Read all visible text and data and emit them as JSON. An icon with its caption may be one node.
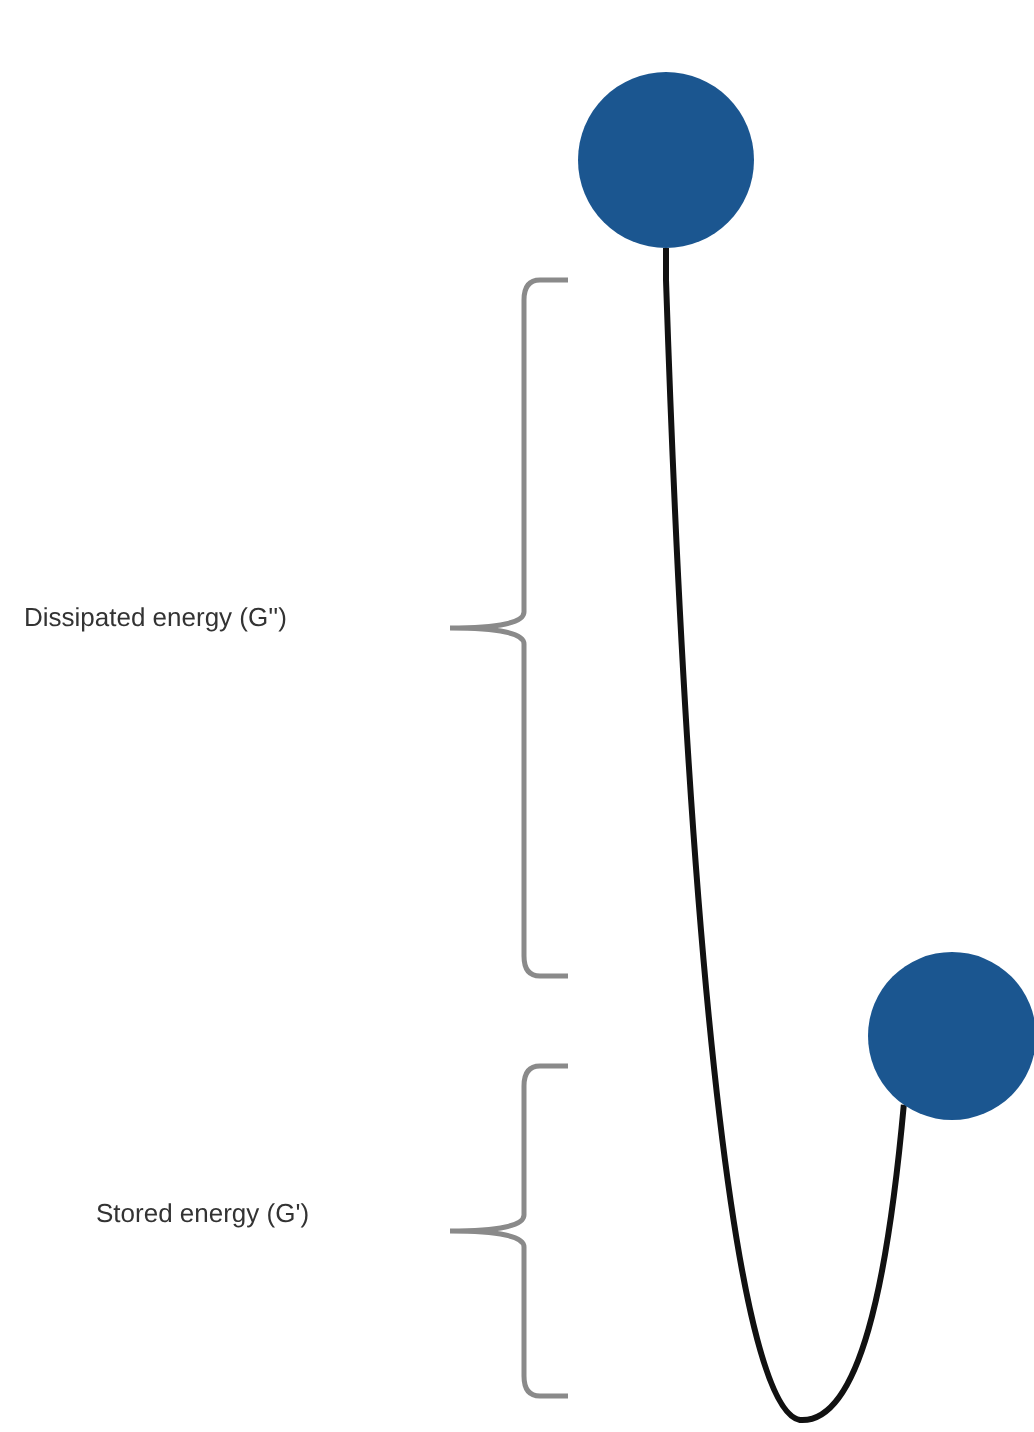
{
  "diagram": {
    "nodes": [
      {
        "text": [],
        "shape": "circle"
      },
      {
        "text": [],
        "shape": "circle"
      }
    ],
    "edges": [
      {
        "from": 0,
        "to": 1,
        "arrow": "none"
      }
    ],
    "labels": [
      "Dissipated energy (G'')",
      "Stored energy (G')"
    ]
  }
}
